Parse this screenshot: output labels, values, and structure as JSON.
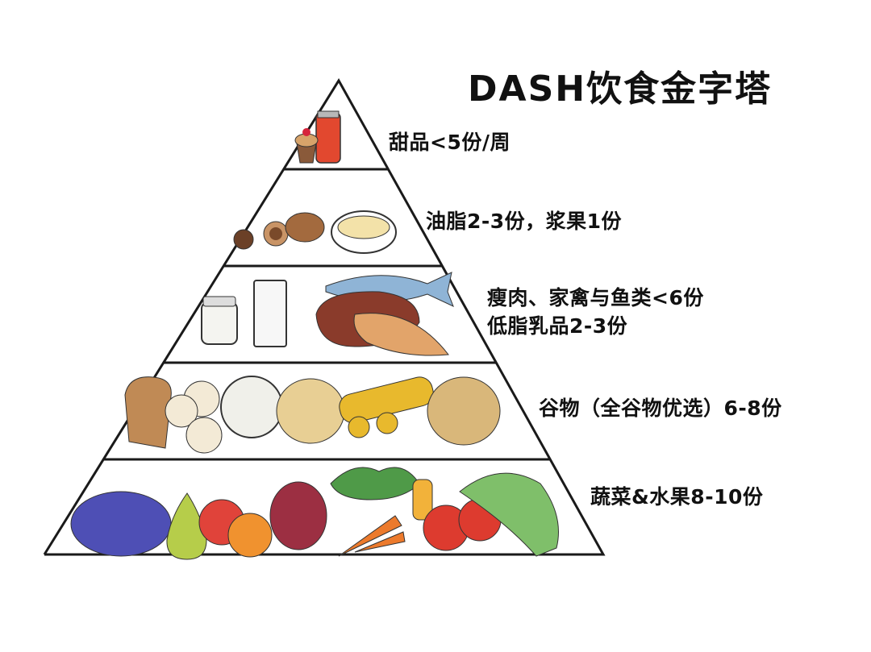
{
  "title": "DASH饮食金字塔",
  "tiers": [
    {
      "label": "甜品<5份/周"
    },
    {
      "label": "油脂2-3份，浆果1份"
    },
    {
      "label": "瘦肉、家禽与鱼类<6份",
      "label2": "低脂乳品2-3份"
    },
    {
      "label": "谷物（全谷物优选）6-8份"
    },
    {
      "label": "蔬菜&水果8-10份"
    }
  ],
  "colors": {
    "outline": "#1a1a1a",
    "text": "#111111"
  }
}
